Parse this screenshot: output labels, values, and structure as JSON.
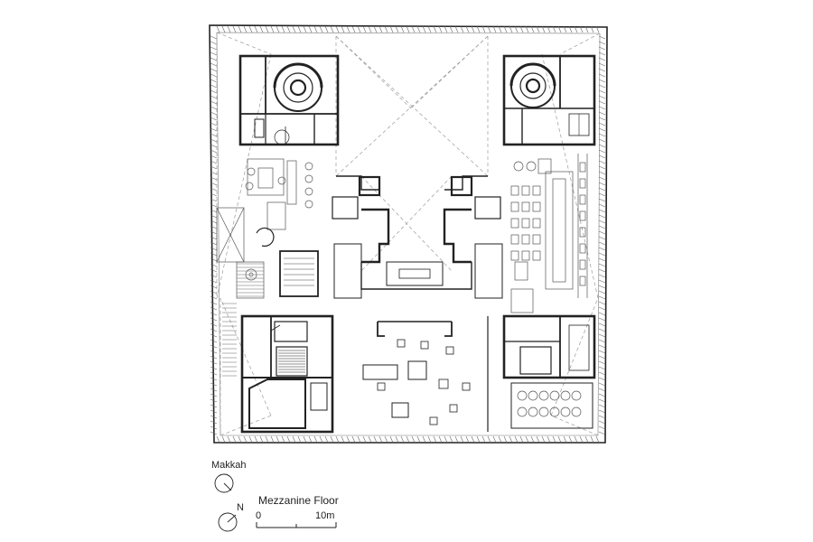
{
  "plan": {
    "title": "Mezzanine Floor",
    "orientation_label": "Makkah",
    "north_label": "N",
    "scale": {
      "start_label": "0",
      "end_label": "10m"
    }
  },
  "colors": {
    "line": "#222222",
    "light_line": "#8a8a8a",
    "dashed_line": "#9a9a9a",
    "background": "#ffffff"
  },
  "icons": [
    "makkah-direction-icon",
    "north-arrow-icon",
    "scale-bar-icon",
    "spiral-stair-icon"
  ]
}
